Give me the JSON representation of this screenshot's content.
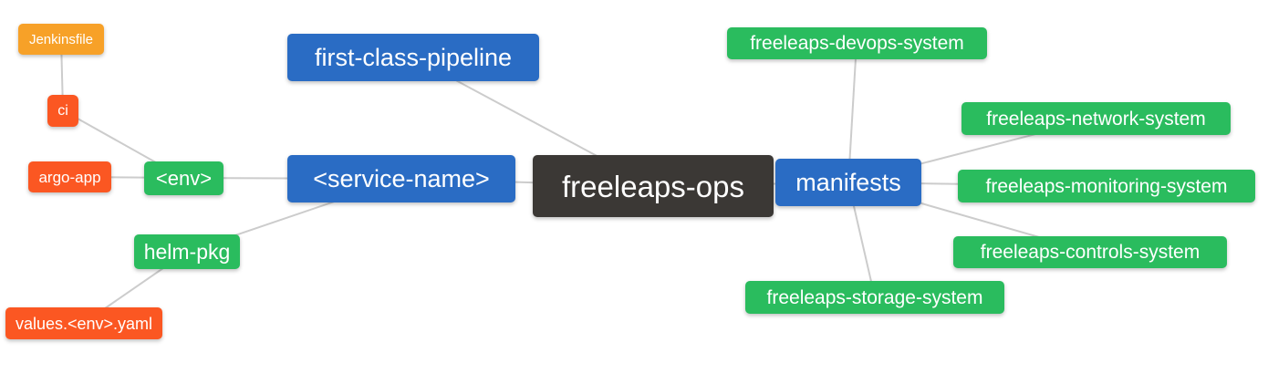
{
  "diagram": {
    "root": "freeleaps-ops",
    "palette": {
      "blue": "#2a6cc4",
      "green": "#2abc5e",
      "red_orange": "#fb5722",
      "orange": "#f7a128",
      "dark": "#3b3835",
      "edge_gray": "#cccccc",
      "text": "#ffffff",
      "background": "#ffffff"
    },
    "nodes": {
      "jenkinsfile": {
        "label": "Jenkinsfile",
        "color": "orange"
      },
      "ci": {
        "label": "ci",
        "color": "red_orange"
      },
      "argo_app": {
        "label": "argo-app",
        "color": "red_orange"
      },
      "env": {
        "label": "<env>",
        "color": "green"
      },
      "helm_pkg": {
        "label": "helm-pkg",
        "color": "green"
      },
      "values_env_yaml": {
        "label": "values.<env>.yaml",
        "color": "red_orange"
      },
      "first_class_pipeline": {
        "label": "first-class-pipeline",
        "color": "blue"
      },
      "service_name": {
        "label": "<service-name>",
        "color": "blue"
      },
      "freeleaps_ops": {
        "label": "freeleaps-ops",
        "color": "dark"
      },
      "manifests": {
        "label": "manifests",
        "color": "blue"
      },
      "devops_system": {
        "label": "freeleaps-devops-system",
        "color": "green"
      },
      "network_system": {
        "label": "freeleaps-network-system",
        "color": "green"
      },
      "monitoring_system": {
        "label": "freeleaps-monitoring-system",
        "color": "green"
      },
      "controls_system": {
        "label": "freeleaps-controls-system",
        "color": "green"
      },
      "storage_system": {
        "label": "freeleaps-storage-system",
        "color": "green"
      }
    },
    "edges": [
      [
        "jenkinsfile",
        "ci"
      ],
      [
        "ci",
        "env"
      ],
      [
        "argo_app",
        "env"
      ],
      [
        "env",
        "service_name"
      ],
      [
        "helm_pkg",
        "service_name"
      ],
      [
        "values_env_yaml",
        "helm_pkg"
      ],
      [
        "first_class_pipeline",
        "freeleaps_ops"
      ],
      [
        "service_name",
        "freeleaps_ops"
      ],
      [
        "freeleaps_ops",
        "manifests"
      ],
      [
        "manifests",
        "devops_system"
      ],
      [
        "manifests",
        "network_system"
      ],
      [
        "manifests",
        "monitoring_system"
      ],
      [
        "manifests",
        "controls_system"
      ],
      [
        "manifests",
        "storage_system"
      ]
    ]
  }
}
